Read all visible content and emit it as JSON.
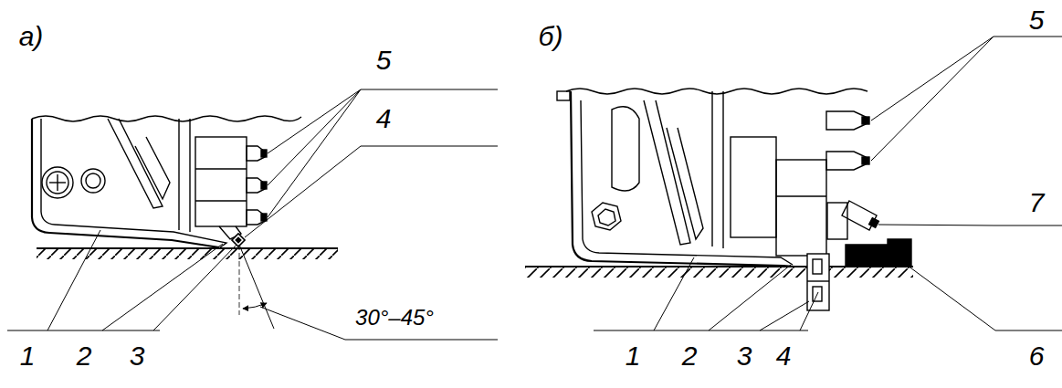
{
  "diagram": {
    "labels": [
      "а)",
      "5",
      "4",
      "1",
      "2",
      "3",
      "30°–45°",
      "б)",
      "5",
      "7",
      "1",
      "2",
      "3",
      "4",
      "6"
    ]
  }
}
